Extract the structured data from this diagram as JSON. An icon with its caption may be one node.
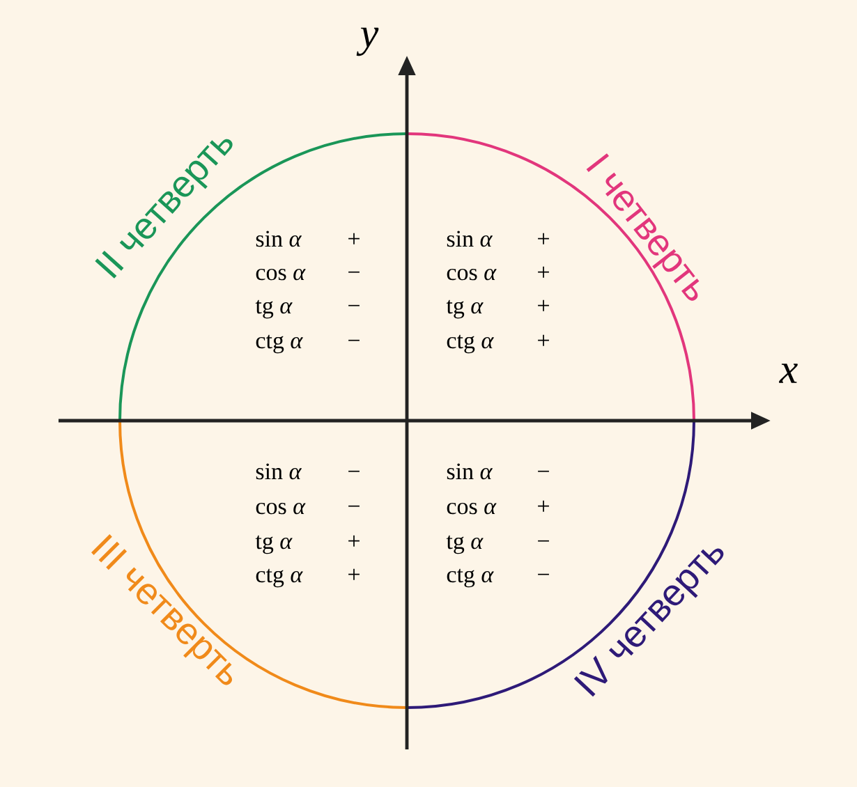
{
  "diagram": {
    "labels": [
      "y",
      "II четверть",
      "I четверть",
      "sin *α*",
      "+",
      "cos *α*",
      "−",
      "tg *α*",
      "−",
      "ctg *α*",
      "−",
      "sin *α*",
      "+",
      "cos *α*",
      "+",
      "tg *α*",
      "+",
      "ctg *α*",
      "+",
      "x",
      "sin *α*",
      "−",
      "cos *α*",
      "−",
      "tg *α*",
      "+",
      "ctg *α*",
      "+",
      "sin *α*",
      "−",
      "cos *α*",
      "+",
      "tg *α*",
      "−",
      "ctg *α*",
      "−",
      "III четверть",
      "IV четверть"
    ]
  }
}
